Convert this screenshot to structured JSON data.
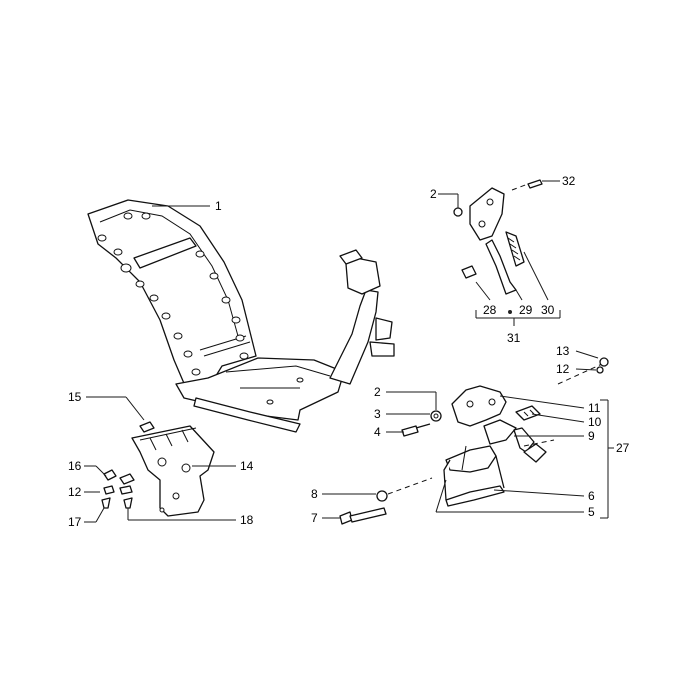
{
  "labels": {
    "l1": "1",
    "l2a": "2",
    "l32": "32",
    "l28": "28",
    "l29": "29",
    "l30": "30",
    "l31": "31",
    "l13": "13",
    "l12a": "12",
    "l2b": "2",
    "l3": "3",
    "l4": "4",
    "l11": "11",
    "l10": "10",
    "l9": "9",
    "l27": "27",
    "l6": "6",
    "l5": "5",
    "l8": "8",
    "l7": "7",
    "l15": "15",
    "l14": "14",
    "l16": "16",
    "l12b": "12",
    "l17": "17",
    "l18": "18"
  }
}
